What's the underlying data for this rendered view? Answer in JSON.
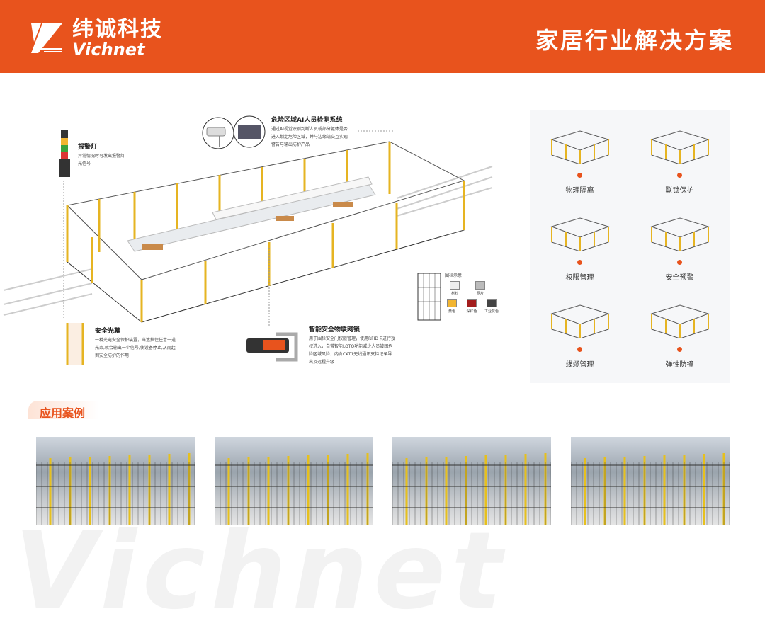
{
  "header": {
    "logo_cn": "纬诚科技",
    "logo_en": "Vichnet",
    "title": "家居行业解决方案"
  },
  "diagram": {
    "alarm_light": {
      "title": "报警灯",
      "desc": "异常情况时可发出报警灯光信号"
    },
    "ai_detection": {
      "title": "危险区域AI人员检测系统",
      "desc": "通过AI视觉识别判断人员或部分躯体是否进入划定危险区域，并与边缘端交互实现警告与输出防护产品"
    },
    "light_curtain": {
      "title": "安全光幕",
      "desc": "一种光电安全保护装置，当遮挡住任意一道光束,就会输出一个信号,使设备停止,从而起到安全防护的作用"
    },
    "iot_lock": {
      "title": "智能安全物联网锁",
      "desc": "用于围栏安全门权限管理，使用RFID卡进行授权进入，自带智能LOTO功能减少人员被困危险区域风险，内含CAT1无线通讯支持记录导出及远程升级"
    },
    "legend": {
      "title": "围栏示意",
      "items": [
        {
          "label": "材料",
          "color": "#eeeeee"
        },
        {
          "label": "网片",
          "color": "#bbbbbb"
        },
        {
          "label": "黄色",
          "color": "#f2b531"
        },
        {
          "label": "深红色",
          "color": "#a31d1d"
        },
        {
          "label": "工业灰色",
          "color": "#444444"
        }
      ]
    }
  },
  "features": [
    {
      "label": "物理隔离"
    },
    {
      "label": "联锁保护"
    },
    {
      "label": "权限管理"
    },
    {
      "label": "安全预警"
    },
    {
      "label": "线缆管理"
    },
    {
      "label": "弹性防撞"
    }
  ],
  "cases": {
    "title": "应用案例",
    "photos": [
      "case-1",
      "case-2",
      "case-3",
      "case-4"
    ]
  },
  "watermark": "Vichnet",
  "colors": {
    "brand": "#e8531d",
    "fence_post": "#e6b422"
  }
}
